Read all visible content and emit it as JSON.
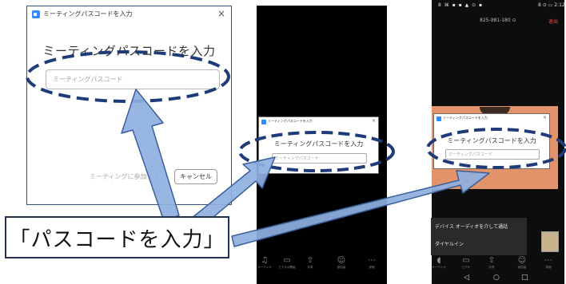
{
  "desktop_dialog": {
    "title": "ミーティングパスコードを入力",
    "close": "×",
    "heading": "ミーティングパスコードを入力",
    "input_placeholder": "ミーティングパスコード",
    "join_label": "ミーティングに参加する",
    "cancel_label": "キャンセル"
  },
  "phone_mid": {
    "dialog": {
      "title": "ミーティングパスコードを入力",
      "close": "×",
      "heading": "ミーティングパスコードを入力",
      "input_placeholder": "ミーティングパスコード"
    },
    "toolbar": [
      {
        "icon": "headphone-icon",
        "label": "オーディオ"
      },
      {
        "icon": "video-icon",
        "label": "ビデオの開始"
      },
      {
        "icon": "share-icon",
        "label": "共有"
      },
      {
        "icon": "participants-icon",
        "label": "参加者"
      },
      {
        "icon": "more-icon",
        "label": "詳細"
      }
    ]
  },
  "phone_right": {
    "status_left": "8 ⌘ ▪ ▪ ▲ ⊙ ▪",
    "status_right": "8 ⊙ ▭ 2:12",
    "meeting_id": "825-981-180 ⊙",
    "leave": "退出",
    "dialog": {
      "title": "ミーティングパスコードを入力",
      "close": "×",
      "heading": "ミーティングパスコードを入力",
      "input_placeholder": "ミーティングパスコード"
    },
    "audio_menu": {
      "option_internet": "デバイス オーディオを介して通話",
      "option_dialin": "ダイヤルイン"
    },
    "toolbar": [
      {
        "icon": "mic-icon",
        "label": "オーディオ"
      },
      {
        "icon": "video-icon",
        "label": "ビデオ"
      },
      {
        "icon": "share-icon",
        "label": "共有"
      },
      {
        "icon": "participants-icon",
        "label": "参加者"
      },
      {
        "icon": "more-icon",
        "label": "詳細"
      }
    ],
    "nav": {
      "back": "◁",
      "home": "○",
      "recent": "□"
    }
  },
  "callout": {
    "text": "「パスコードを入力」"
  },
  "colors": {
    "annotation_navy": "#1f3b78",
    "arrow_fill": "#8fb0e0",
    "arrow_stroke": "#3c5f9b",
    "zoom_blue": "#2d8cff",
    "leave_red": "#e5534b",
    "video_bg": "#e2936a"
  }
}
